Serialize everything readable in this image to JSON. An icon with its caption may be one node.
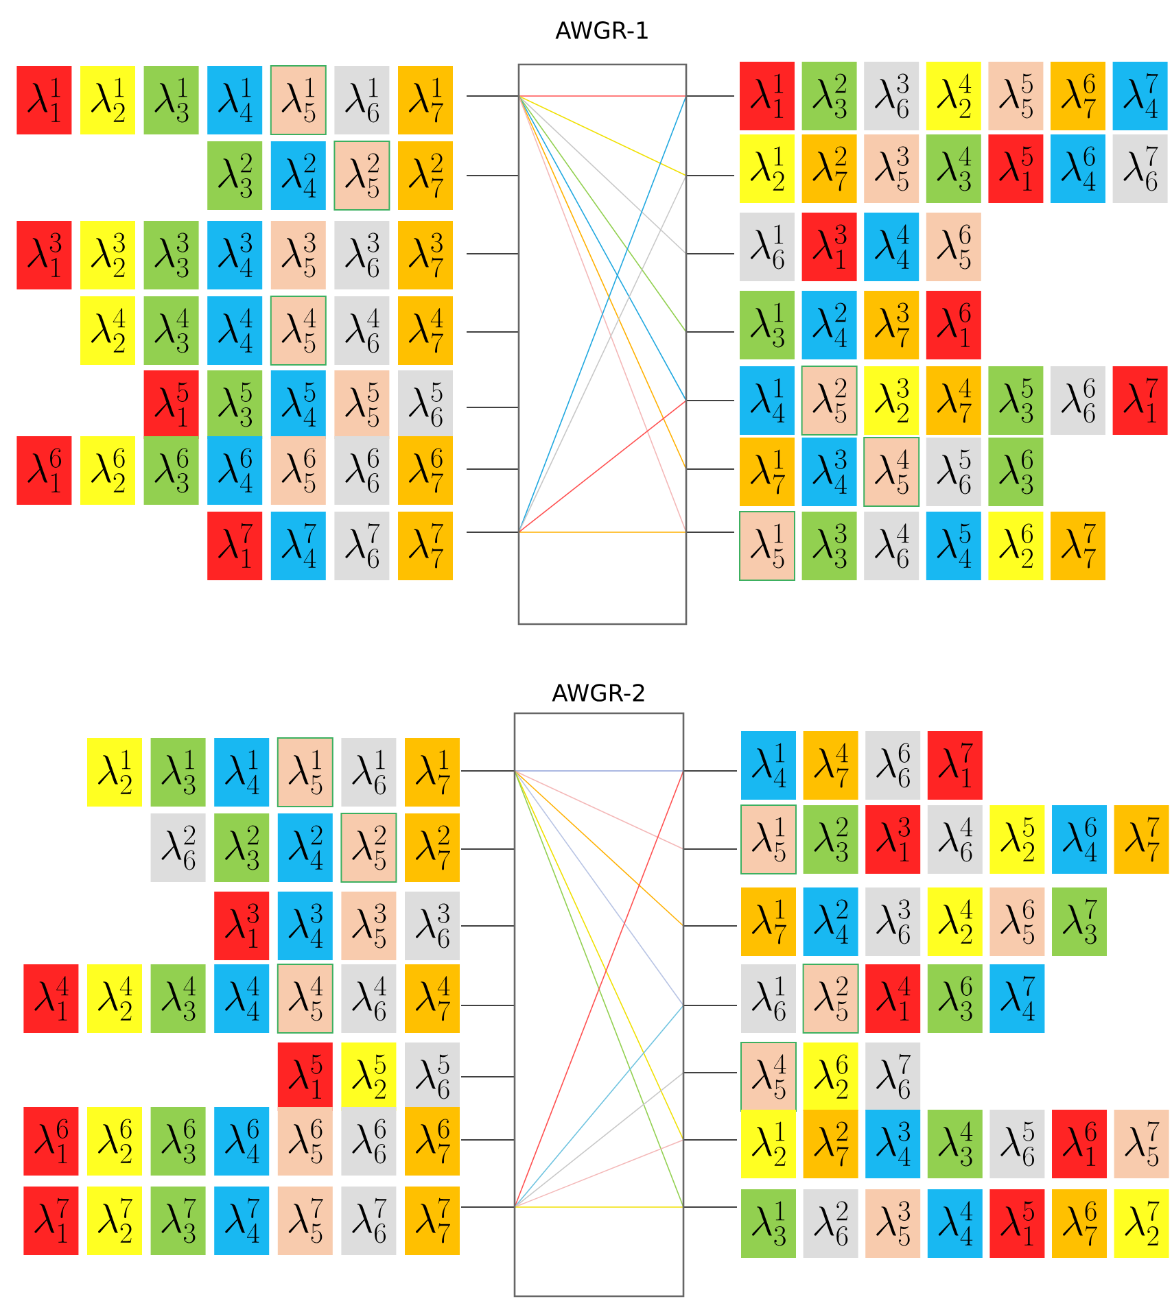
{
  "diagram": {
    "nodes": [
      {
        "text": [
          "AWGR-1"
        ]
      },
      {
        "text": [
          "\\lambda_{1}^{1}"
        ]
      },
      {
        "text": [
          "\\lambda_{2}^{1}"
        ]
      },
      {
        "text": [
          "\\lambda_{3}^{1}"
        ]
      },
      {
        "text": [
          "\\lambda_{4}^{1}"
        ]
      },
      {
        "text": [
          "\\lambda_{5}^{1}"
        ]
      },
      {
        "text": [
          "\\lambda_{6}^{1}"
        ]
      },
      {
        "text": [
          "\\lambda_{7}^{1}"
        ]
      },
      {
        "text": [
          "\\lambda_{3}^{2}"
        ]
      },
      {
        "text": [
          "\\lambda_{4}^{2}"
        ]
      },
      {
        "text": [
          "\\lambda_{5}^{2}"
        ]
      },
      {
        "text": [
          "\\lambda_{7}^{2}"
        ]
      },
      {
        "text": [
          "\\lambda_{1}^{3}"
        ]
      },
      {
        "text": [
          "\\lambda_{2}^{3}"
        ]
      },
      {
        "text": [
          "\\lambda_{3}^{3}"
        ]
      },
      {
        "text": [
          "\\lambda_{4}^{3}"
        ]
      },
      {
        "text": [
          "\\lambda_{5}^{3}"
        ]
      },
      {
        "text": [
          "\\lambda_{6}^{3}"
        ]
      },
      {
        "text": [
          "\\lambda_{7}^{3}"
        ]
      },
      {
        "text": [
          "\\lambda_{2}^{4}"
        ]
      },
      {
        "text": [
          "\\lambda_{3}^{4}"
        ]
      },
      {
        "text": [
          "\\lambda_{4}^{4}"
        ]
      },
      {
        "text": [
          "\\lambda_{5}^{4}"
        ]
      },
      {
        "text": [
          "\\lambda_{6}^{4}"
        ]
      },
      {
        "text": [
          "\\lambda_{7}^{4}"
        ]
      },
      {
        "text": [
          "\\lambda_{1}^{5}"
        ]
      },
      {
        "text": [
          "\\lambda_{3}^{5}"
        ]
      },
      {
        "text": [
          "\\lambda_{4}^{5}"
        ]
      },
      {
        "text": [
          "\\lambda_{5}^{5}"
        ]
      },
      {
        "text": [
          "\\lambda_{6}^{5}"
        ]
      },
      {
        "text": [
          "\\lambda_{1}^{6}"
        ]
      },
      {
        "text": [
          "\\lambda_{2}^{6}"
        ]
      },
      {
        "text": [
          "\\lambda_{3}^{6}"
        ]
      },
      {
        "text": [
          "\\lambda_{4}^{6}"
        ]
      },
      {
        "text": [
          "\\lambda_{5}^{6}"
        ]
      },
      {
        "text": [
          "\\lambda_{6}^{6}"
        ]
      },
      {
        "text": [
          "\\lambda_{7}^{6}"
        ]
      },
      {
        "text": [
          "\\lambda_{1}^{7}"
        ]
      },
      {
        "text": [
          "\\lambda_{4}^{7}"
        ]
      },
      {
        "text": [
          "\\lambda_{6}^{7}"
        ]
      },
      {
        "text": [
          "\\lambda_{7}^{7}"
        ]
      },
      {
        "text": [
          "\\lambda_{1}^{1}"
        ]
      },
      {
        "text": [
          "\\lambda_{3}^{2}"
        ]
      },
      {
        "text": [
          "\\lambda_{6}^{3}"
        ]
      },
      {
        "text": [
          "\\lambda_{2}^{4}"
        ]
      },
      {
        "text": [
          "\\lambda_{5}^{5}"
        ]
      },
      {
        "text": [
          "\\lambda_{7}^{6}"
        ]
      },
      {
        "text": [
          "\\lambda_{4}^{7}"
        ]
      },
      {
        "text": [
          "\\lambda_{2}^{1}"
        ]
      },
      {
        "text": [
          "\\lambda_{7}^{2}"
        ]
      },
      {
        "text": [
          "\\lambda_{5}^{3}"
        ]
      },
      {
        "text": [
          "\\lambda_{3}^{4}"
        ]
      },
      {
        "text": [
          "\\lambda_{1}^{5}"
        ]
      },
      {
        "text": [
          "\\lambda_{4}^{6}"
        ]
      },
      {
        "text": [
          "\\lambda_{6}^{7}"
        ]
      },
      {
        "text": [
          "\\lambda_{6}^{1}"
        ]
      },
      {
        "text": [
          "\\lambda_{1}^{3}"
        ]
      },
      {
        "text": [
          "\\lambda_{4}^{4}"
        ]
      },
      {
        "text": [
          "\\lambda_{5}^{6}"
        ]
      },
      {
        "text": [
          "\\lambda_{3}^{1}"
        ]
      },
      {
        "text": [
          "\\lambda_{4}^{2}"
        ]
      },
      {
        "text": [
          "\\lambda_{7}^{3}"
        ]
      },
      {
        "text": [
          "\\lambda_{1}^{6}"
        ]
      },
      {
        "text": [
          "\\lambda_{4}^{1}"
        ]
      },
      {
        "text": [
          "\\lambda_{5}^{2}"
        ]
      },
      {
        "text": [
          "\\lambda_{2}^{3}"
        ]
      },
      {
        "text": [
          "\\lambda_{7}^{4}"
        ]
      },
      {
        "text": [
          "\\lambda_{3}^{5}"
        ]
      },
      {
        "text": [
          "\\lambda_{6}^{6}"
        ]
      },
      {
        "text": [
          "\\lambda_{1}^{7}"
        ]
      },
      {
        "text": [
          "\\lambda_{7}^{1}"
        ]
      },
      {
        "text": [
          "\\lambda_{4}^{3}"
        ]
      },
      {
        "text": [
          "\\lambda_{5}^{4}"
        ]
      },
      {
        "text": [
          "\\lambda_{6}^{5}"
        ]
      },
      {
        "text": [
          "\\lambda_{3}^{6}"
        ]
      },
      {
        "text": [
          "\\lambda_{5}^{1}"
        ]
      },
      {
        "text": [
          "\\lambda_{3}^{3}"
        ]
      },
      {
        "text": [
          "\\lambda_{6}^{4}"
        ]
      },
      {
        "text": [
          "\\lambda_{4}^{5}"
        ]
      },
      {
        "text": [
          "\\lambda_{2}^{6}"
        ]
      },
      {
        "text": [
          "\\lambda_{7}^{7}"
        ]
      },
      {
        "text": [
          "AWGR-2"
        ]
      },
      {
        "text": [
          "\\lambda_{2}^{1}"
        ]
      },
      {
        "text": [
          "\\lambda_{3}^{1}"
        ]
      },
      {
        "text": [
          "\\lambda_{4}^{1}"
        ]
      },
      {
        "text": [
          "\\lambda_{5}^{1}"
        ]
      },
      {
        "text": [
          "\\lambda_{6}^{1}"
        ]
      },
      {
        "text": [
          "\\lambda_{7}^{1}"
        ]
      },
      {
        "text": [
          "\\lambda_{6}^{2}"
        ]
      },
      {
        "text": [
          "\\lambda_{3}^{2}"
        ]
      },
      {
        "text": [
          "\\lambda_{4}^{2}"
        ]
      },
      {
        "text": [
          "\\lambda_{5}^{2}"
        ]
      },
      {
        "text": [
          "\\lambda_{7}^{2}"
        ]
      },
      {
        "text": [
          "\\lambda_{1}^{3}"
        ]
      },
      {
        "text": [
          "\\lambda_{4}^{3}"
        ]
      },
      {
        "text": [
          "\\lambda_{5}^{3}"
        ]
      },
      {
        "text": [
          "\\lambda_{6}^{3}"
        ]
      },
      {
        "text": [
          "\\lambda_{1}^{4}"
        ]
      },
      {
        "text": [
          "\\lambda_{2}^{4}"
        ]
      },
      {
        "text": [
          "\\lambda_{3}^{4}"
        ]
      },
      {
        "text": [
          "\\lambda_{4}^{4}"
        ]
      },
      {
        "text": [
          "\\lambda_{5}^{4}"
        ]
      },
      {
        "text": [
          "\\lambda_{6}^{4}"
        ]
      },
      {
        "text": [
          "\\lambda_{7}^{4}"
        ]
      },
      {
        "text": [
          "\\lambda_{1}^{5}"
        ]
      },
      {
        "text": [
          "\\lambda_{2}^{5}"
        ]
      },
      {
        "text": [
          "\\lambda_{6}^{5}"
        ]
      },
      {
        "text": [
          "\\lambda_{1}^{6}"
        ]
      },
      {
        "text": [
          "\\lambda_{2}^{6}"
        ]
      },
      {
        "text": [
          "\\lambda_{3}^{6}"
        ]
      },
      {
        "text": [
          "\\lambda_{4}^{6}"
        ]
      },
      {
        "text": [
          "\\lambda_{5}^{6}"
        ]
      },
      {
        "text": [
          "\\lambda_{6}^{6}"
        ]
      },
      {
        "text": [
          "\\lambda_{7}^{6}"
        ]
      },
      {
        "text": [
          "\\lambda_{1}^{7}"
        ]
      },
      {
        "text": [
          "\\lambda_{2}^{7}"
        ]
      },
      {
        "text": [
          "\\lambda_{3}^{7}"
        ]
      },
      {
        "text": [
          "\\lambda_{4}^{7}"
        ]
      },
      {
        "text": [
          "\\lambda_{5}^{7}"
        ]
      },
      {
        "text": [
          "\\lambda_{6}^{7}"
        ]
      },
      {
        "text": [
          "\\lambda_{7}^{7}"
        ]
      },
      {
        "text": [
          "\\lambda_{4}^{1}"
        ]
      },
      {
        "text": [
          "\\lambda_{7}^{4}"
        ]
      },
      {
        "text": [
          "\\lambda_{6}^{6}"
        ]
      },
      {
        "text": [
          "\\lambda_{1}^{7}"
        ]
      },
      {
        "text": [
          "\\lambda_{5}^{1}"
        ]
      },
      {
        "text": [
          "\\lambda_{3}^{2}"
        ]
      },
      {
        "text": [
          "\\lambda_{1}^{3}"
        ]
      },
      {
        "text": [
          "\\lambda_{6}^{4}"
        ]
      },
      {
        "text": [
          "\\lambda_{2}^{5}"
        ]
      },
      {
        "text": [
          "\\lambda_{4}^{6}"
        ]
      },
      {
        "text": [
          "\\lambda_{7}^{7}"
        ]
      },
      {
        "text": [
          "\\lambda_{7}^{1}"
        ]
      },
      {
        "text": [
          "\\lambda_{4}^{2}"
        ]
      },
      {
        "text": [
          "\\lambda_{6}^{3}"
        ]
      },
      {
        "text": [
          "\\lambda_{2}^{4}"
        ]
      },
      {
        "text": [
          "\\lambda_{5}^{6}"
        ]
      },
      {
        "text": [
          "\\lambda_{3}^{7}"
        ]
      },
      {
        "text": [
          "\\lambda_{6}^{1}"
        ]
      },
      {
        "text": [
          "\\lambda_{5}^{2}"
        ]
      },
      {
        "text": [
          "\\lambda_{1}^{4}"
        ]
      },
      {
        "text": [
          "\\lambda_{3}^{6}"
        ]
      },
      {
        "text": [
          "\\lambda_{4}^{7}"
        ]
      },
      {
        "text": [
          "\\lambda_{5}^{4}"
        ]
      },
      {
        "text": [
          "\\lambda_{2}^{6}"
        ]
      },
      {
        "text": [
          "\\lambda_{6}^{7}"
        ]
      },
      {
        "text": [
          "\\lambda_{2}^{1}"
        ]
      },
      {
        "text": [
          "\\lambda_{7}^{2}"
        ]
      },
      {
        "text": [
          "\\lambda_{4}^{3}"
        ]
      },
      {
        "text": [
          "\\lambda_{3}^{4}"
        ]
      },
      {
        "text": [
          "\\lambda_{6}^{5}"
        ]
      },
      {
        "text": [
          "\\lambda_{1}^{6}"
        ]
      },
      {
        "text": [
          "\\lambda_{5}^{7}"
        ]
      },
      {
        "text": [
          "\\lambda_{3}^{1}"
        ]
      },
      {
        "text": [
          "\\lambda_{6}^{2}"
        ]
      },
      {
        "text": [
          "\\lambda_{5}^{3}"
        ]
      },
      {
        "text": [
          "\\lambda_{4}^{4}"
        ]
      },
      {
        "text": [
          "\\lambda_{1}^{5}"
        ]
      },
      {
        "text": [
          "\\lambda_{7}^{6}"
        ]
      },
      {
        "text": [
          "\\lambda_{2}^{7}"
        ]
      }
    ]
  }
}
